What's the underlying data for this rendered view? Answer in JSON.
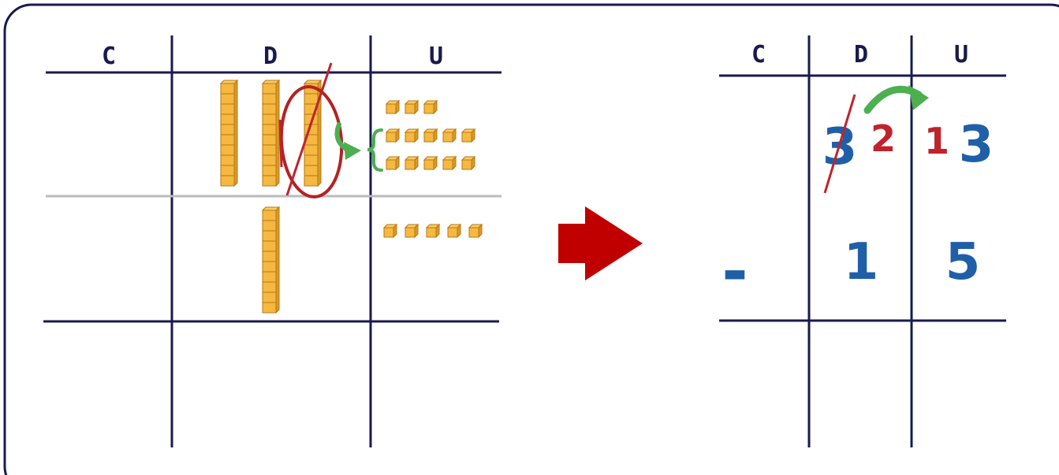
{
  "left_table": {
    "headers": [
      "C",
      "D",
      "U"
    ],
    "minuend": {
      "tens_rods": 3,
      "crossed_rods": 1,
      "units_cubes": 13
    },
    "subtrahend": {
      "tens_rods": 1,
      "units_cubes": 5
    }
  },
  "right_table": {
    "headers": [
      "C",
      "D",
      "U"
    ],
    "original_tens": "3",
    "regrouped_tens": "2",
    "regroup_ten": "1",
    "units_digit": "3",
    "operator": "-",
    "subtrahend_tens": "1",
    "subtrahend_units": "5"
  },
  "colors": {
    "table_line": "#1a1a4e",
    "grey_line": "#bbbbbb",
    "cube": "#f5b942",
    "cube_edge": "#b9770e",
    "circle": "#b22222",
    "strike": "#c0232b",
    "green_arrow": "#4caf50",
    "blue_digit": "#1f5fa8",
    "red_digit": "#c0232b",
    "big_arrow": "#c00000"
  }
}
